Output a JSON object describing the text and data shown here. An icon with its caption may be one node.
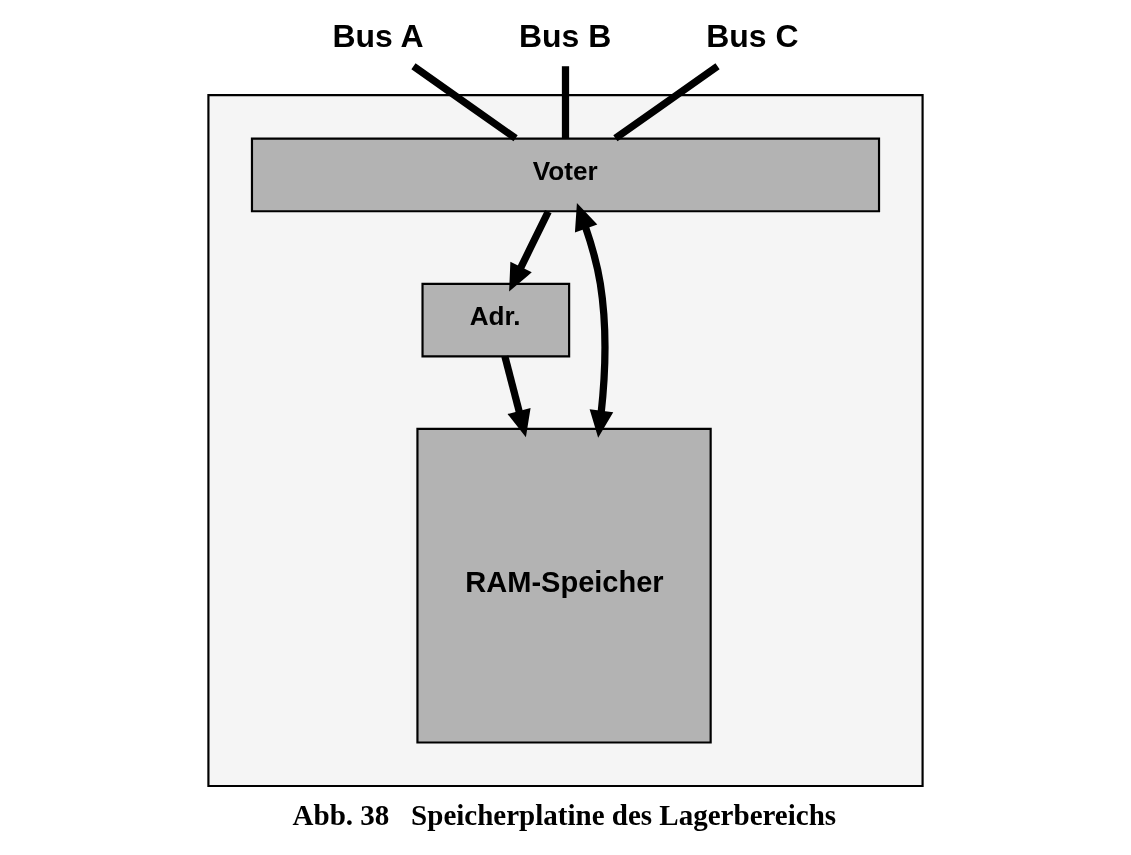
{
  "diagram": {
    "caption": "Abb. 38   Speicherplatine des Lagerbereichs",
    "nodes": [
      {
        "text": [],
        "shape": "box"
      },
      {
        "text": [
          "Bus A"
        ]
      },
      {
        "text": [
          "Bus B"
        ]
      },
      {
        "text": [
          "Bus C"
        ]
      },
      {
        "text": [
          "Voter"
        ],
        "in": 0
      },
      {
        "text": [
          "Adr."
        ],
        "in": 0
      },
      {
        "text": [
          "RAM-Speicher"
        ],
        "in": 0
      }
    ],
    "edges": [
      {
        "from": 1,
        "to": 4,
        "arrow": "none"
      },
      {
        "from": 2,
        "to": 4,
        "arrow": "none"
      },
      {
        "from": 3,
        "to": 4,
        "arrow": "none"
      },
      {
        "from": 4,
        "to": 6,
        "arrow": "both"
      },
      {
        "from": 4,
        "to": 5,
        "arrow": "to"
      },
      {
        "from": 5,
        "to": 6,
        "arrow": "to"
      }
    ]
  }
}
